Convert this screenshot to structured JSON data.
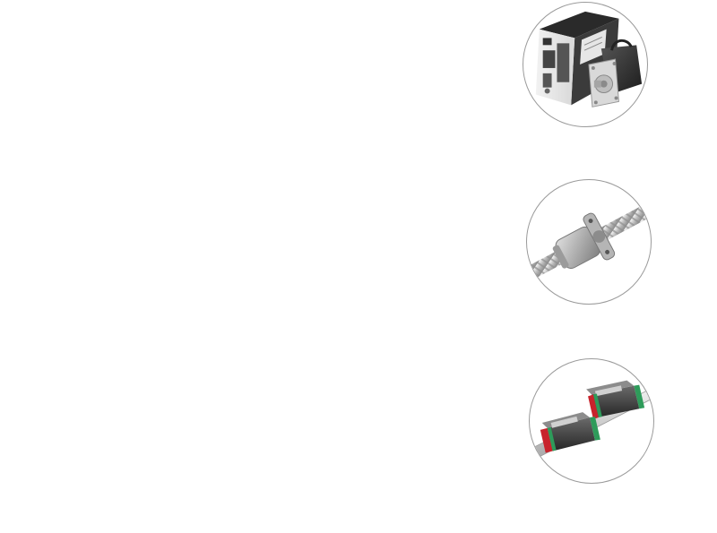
{
  "products": [
    {
      "name": "servo-motor-and-driver",
      "icon": "servo-motor-driver-icon"
    },
    {
      "name": "ball-screw",
      "icon": "ball-screw-icon"
    },
    {
      "name": "linear-guide",
      "icon": "linear-guide-icon"
    }
  ],
  "colors": {
    "circle_border": "#9a9a9a",
    "background": "#ffffff",
    "guide_red": "#c8232c",
    "guide_green": "#2e9b5a"
  }
}
